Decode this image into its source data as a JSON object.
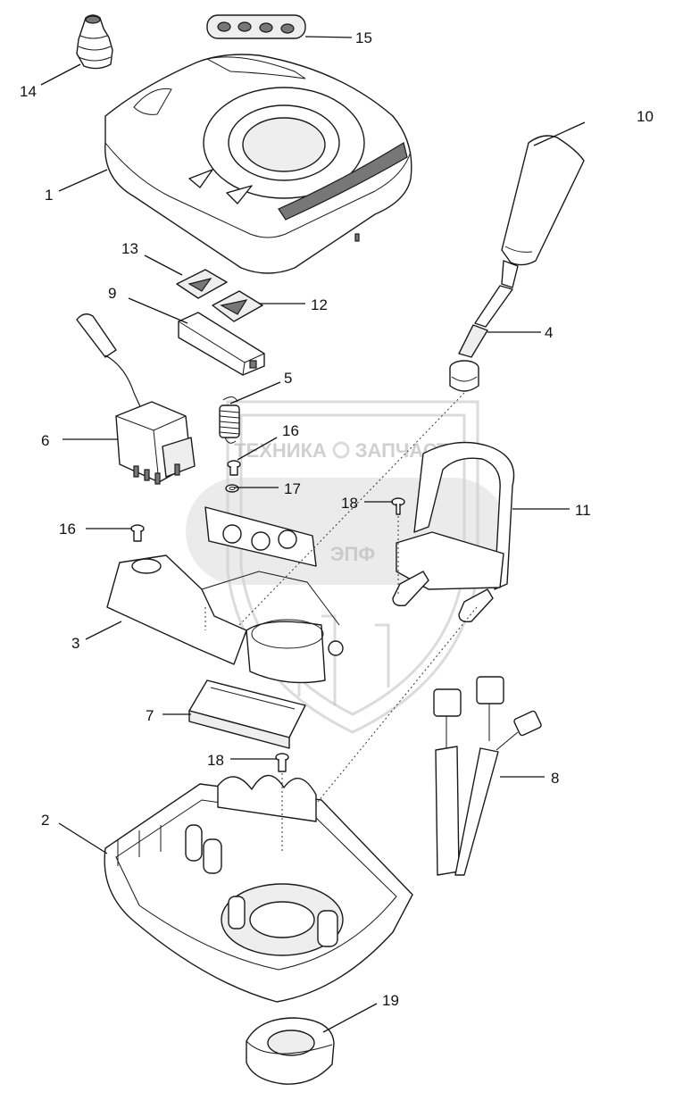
{
  "watermark": {
    "text_left": "ТЕХНИКА",
    "text_right": "ЗАПЧАСТИ",
    "logo_letters": "ЭПФ"
  },
  "callouts": [
    {
      "id": "1",
      "label": "1"
    },
    {
      "id": "2",
      "label": "2"
    },
    {
      "id": "3",
      "label": "3"
    },
    {
      "id": "4",
      "label": "4"
    },
    {
      "id": "5",
      "label": "5"
    },
    {
      "id": "6",
      "label": "6"
    },
    {
      "id": "7",
      "label": "7"
    },
    {
      "id": "8",
      "label": "8"
    },
    {
      "id": "9",
      "label": "9"
    },
    {
      "id": "10",
      "label": "10"
    },
    {
      "id": "11",
      "label": "11"
    },
    {
      "id": "12",
      "label": "12"
    },
    {
      "id": "13",
      "label": "13"
    },
    {
      "id": "14",
      "label": "14"
    },
    {
      "id": "15",
      "label": "15"
    },
    {
      "id": "16a",
      "label": "16"
    },
    {
      "id": "16b",
      "label": "16"
    },
    {
      "id": "17",
      "label": "17"
    },
    {
      "id": "18a",
      "label": "18"
    },
    {
      "id": "18b",
      "label": "18"
    },
    {
      "id": "19",
      "label": "19"
    }
  ]
}
